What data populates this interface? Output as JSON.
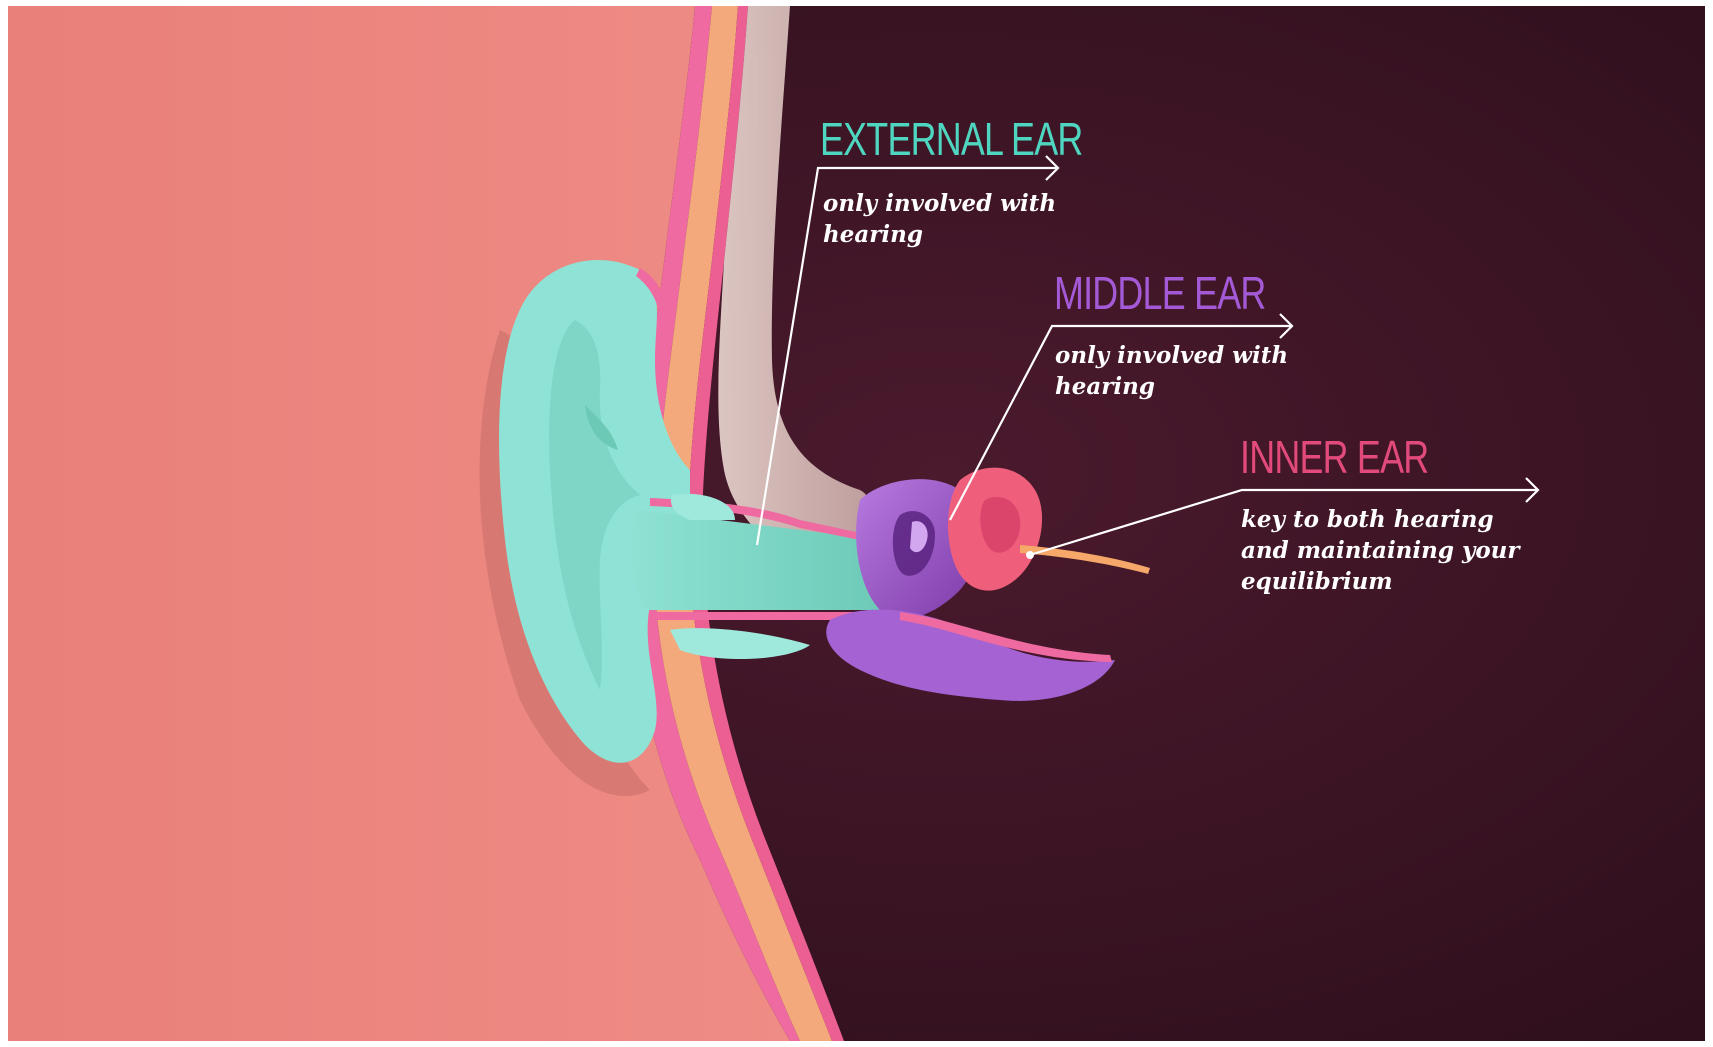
{
  "labels": {
    "external": {
      "title": "EXTERNAL EAR",
      "description": "only involved with\nhearing",
      "color": "#4fd6c0"
    },
    "middle": {
      "title": "MIDDLE EAR",
      "description": "only involved with\nhearing",
      "color": "#a45ad6"
    },
    "inner": {
      "title": "INNER EAR",
      "description": "key to both hearing\nand maintaining your\nequilibrium",
      "color": "#e24a7c"
    }
  },
  "colors": {
    "background_dark": "#3a1423",
    "skin": "#ea8680",
    "cartilage": "#f3a97b",
    "bone": "#e6cdc6",
    "pink_lining": "#ee6aa0",
    "outer_ear": "#8fe3d6",
    "canal": "#7ed8c8",
    "middle_ear": "#a462d2",
    "inner_ear": "#ef5f7c",
    "callout_line": "#ffffff"
  }
}
